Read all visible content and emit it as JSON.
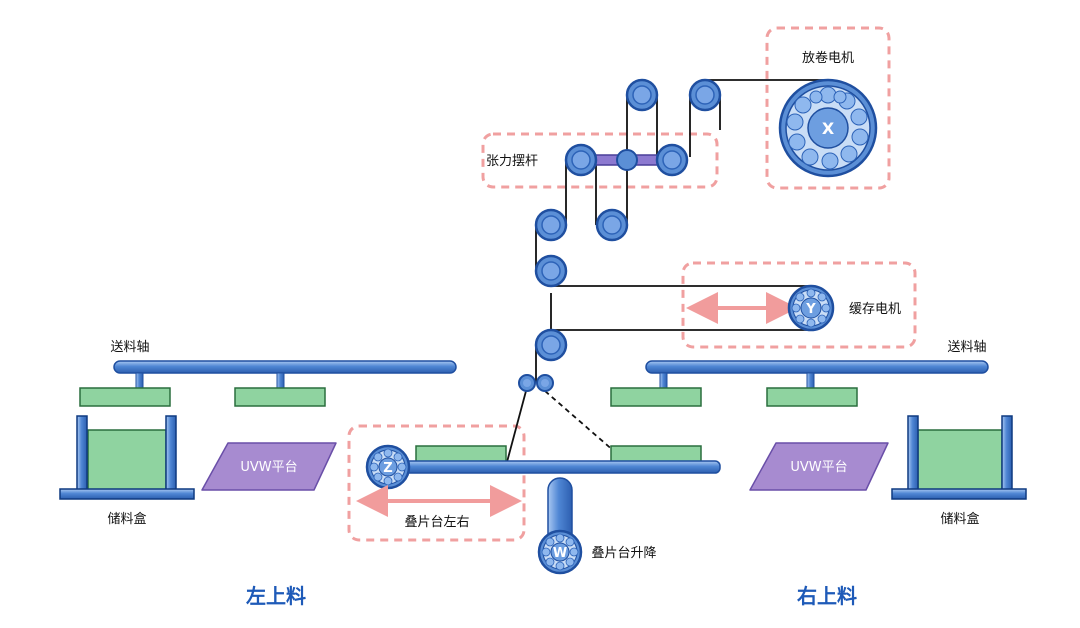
{
  "labels": {
    "unwind_motor": "放卷电机",
    "tension_arm": "张力摆杆",
    "buffer_motor": "缓存电机",
    "feed_shaft_left": "送料轴",
    "feed_shaft_right": "送料轴",
    "storage_box_left": "储料盒",
    "storage_box_right": "储料盒",
    "uvw_left": "UVW平台",
    "uvw_right": "UVW平台",
    "stack_lr": "叠片台左右",
    "stack_lift": "叠片台升降",
    "left_feed": "左上料",
    "right_feed": "右上料"
  },
  "motors": {
    "x": "X",
    "y": "Y",
    "z": "Z",
    "w": "W"
  },
  "colors": {
    "roller_fill": "#5b8fd6",
    "roller_stroke": "#1f4fa0",
    "bar": "#4a7fd0",
    "pad_green": "#8fd3a0",
    "uvw_purple": "#a78bd0",
    "dashed_box": "#f0a0a0",
    "arrow_pink": "#f19c9c",
    "title_blue": "#1e5ab8"
  }
}
